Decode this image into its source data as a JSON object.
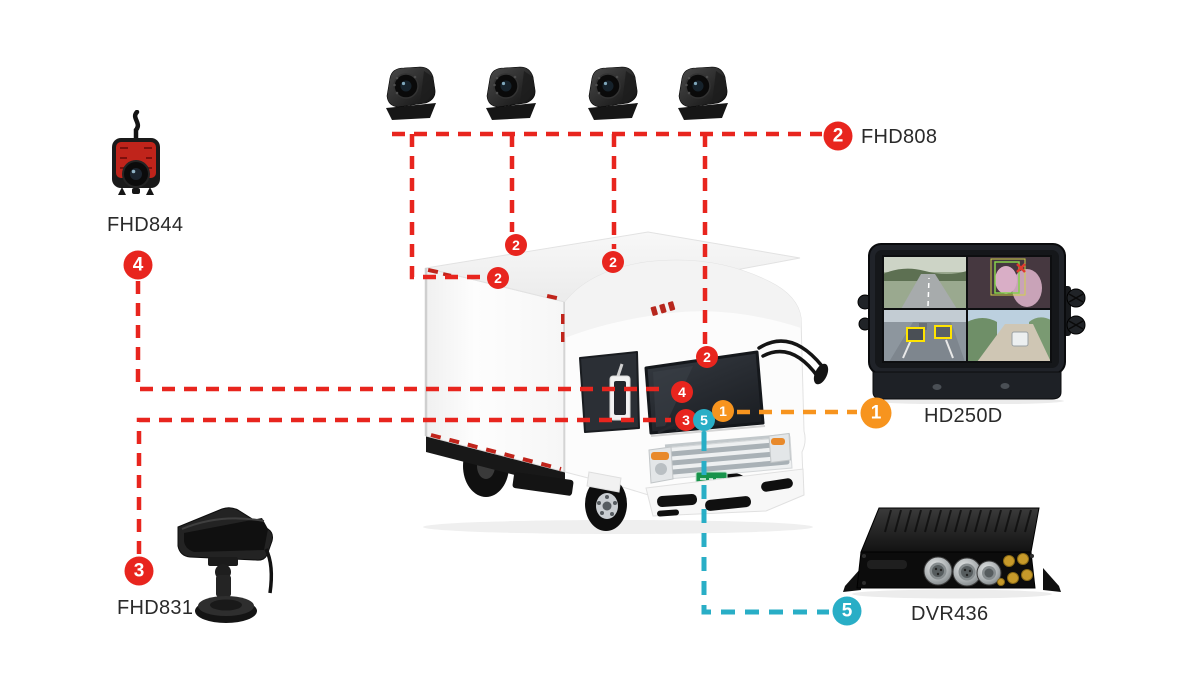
{
  "colors": {
    "connection_red": "#E8251E",
    "connection_orange": "#F7941E",
    "connection_cyan": "#29AEC6",
    "label_text": "#2A2A2A"
  },
  "devices": {
    "fhd808": {
      "label": "FHD808",
      "badge": "2",
      "camera_count": 4
    },
    "fhd844": {
      "label": "FHD844",
      "badge": "4"
    },
    "fhd831": {
      "label": "FHD831",
      "badge": "3"
    },
    "hd250d": {
      "label": "HD250D",
      "badge": "1"
    },
    "dvr436": {
      "label": "DVR436",
      "badge": "5"
    }
  },
  "truck_markers": [
    {
      "number": "2"
    },
    {
      "number": "2"
    },
    {
      "number": "2"
    },
    {
      "number": "2"
    },
    {
      "number": "4"
    },
    {
      "number": "3"
    },
    {
      "number": "5"
    },
    {
      "number": "1"
    }
  ]
}
